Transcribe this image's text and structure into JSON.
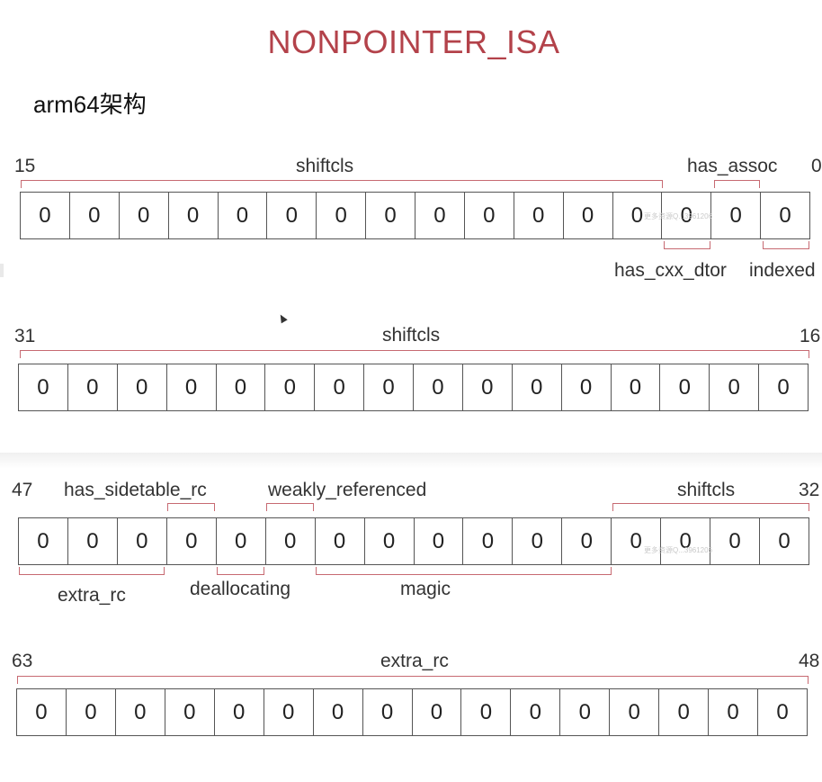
{
  "title": "NONPOINTER_ISA",
  "subtitle": "arm64架构",
  "rows": [
    {
      "hi": "15",
      "lo": "0",
      "bits": [
        "0",
        "0",
        "0",
        "0",
        "0",
        "0",
        "0",
        "0",
        "0",
        "0",
        "0",
        "0",
        "0",
        "0",
        "0",
        "0"
      ],
      "labels": {
        "shiftcls": "shiftcls",
        "has_assoc": "has_assoc",
        "has_cxx_dtor": "has_cxx_dtor",
        "indexed": "indexed"
      }
    },
    {
      "hi": "31",
      "lo": "16",
      "bits": [
        "0",
        "0",
        "0",
        "0",
        "0",
        "0",
        "0",
        "0",
        "0",
        "0",
        "0",
        "0",
        "0",
        "0",
        "0",
        "0"
      ],
      "labels": {
        "shiftcls": "shiftcls"
      }
    },
    {
      "hi": "47",
      "lo": "32",
      "bits": [
        "0",
        "0",
        "0",
        "0",
        "0",
        "0",
        "0",
        "0",
        "0",
        "0",
        "0",
        "0",
        "0",
        "0",
        "0",
        "0"
      ],
      "labels": {
        "has_sidetable_rc": "has_sidetable_rc",
        "weakly_referenced": "weakly_referenced",
        "shiftcls": "shiftcls",
        "extra_rc": "extra_rc",
        "deallocating": "deallocating",
        "magic": "magic"
      }
    },
    {
      "hi": "63",
      "lo": "48",
      "bits": [
        "0",
        "0",
        "0",
        "0",
        "0",
        "0",
        "0",
        "0",
        "0",
        "0",
        "0",
        "0",
        "0",
        "0",
        "0",
        "0"
      ],
      "labels": {
        "extra_rc": "extra_rc"
      }
    }
  ],
  "watermark": "更多资源Q...3961206"
}
